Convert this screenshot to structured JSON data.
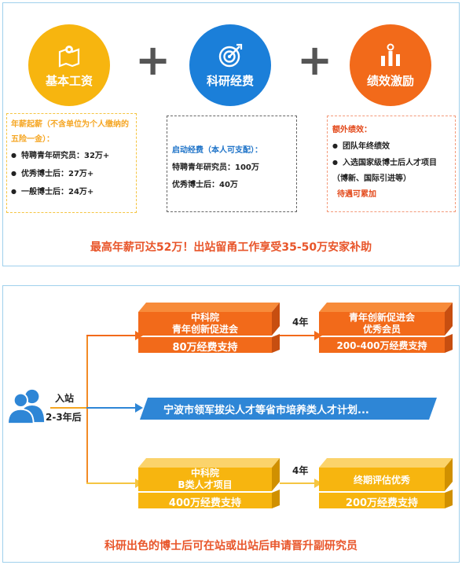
{
  "top": {
    "items": [
      {
        "title": "基本工资",
        "icon": "map-icon",
        "color": "#f7b50f"
      },
      {
        "title": "科研经费",
        "icon": "target-icon",
        "color": "#1b7fd9"
      },
      {
        "title": "绩效激励",
        "icon": "bar-chart-icon",
        "color": "#f26a1a"
      }
    ],
    "plus": "+",
    "salary_box": {
      "heading": "年薪起薪（不含单位为个人缴纳的五险一金）：",
      "items": [
        "特聘青年研究员：32万+",
        "优秀博士后：27万+",
        "一般博士后：24万+"
      ]
    },
    "funding_box": {
      "heading": "启动经费（本人可支配）：",
      "lines": [
        "特聘青年研究员：100万",
        "优秀博士后：40万"
      ]
    },
    "bonus_box": {
      "heading": "额外绩效：",
      "items": [
        "团队年终绩效",
        "入选国家级博士后人才项目（博新、国际引进等）"
      ],
      "tail": "待遇可累加"
    },
    "headline": "最高年薪可达52万！出站留甬工作享受35-50万安家补助"
  },
  "bottom": {
    "entry_label": "入站",
    "entry_sub": "2-3年后",
    "upper": {
      "left_title": "中科院",
      "left_sub": "青年创新促进会",
      "left_bar": "80万经费支持",
      "years": "4年",
      "right_title": "青年创新促进会",
      "right_sub": "优秀会员",
      "right_bar": "200-400万经费支持"
    },
    "middle": "宁波市领军拔尖人才等省市培养类人才计划...",
    "lower": {
      "left_title": "中科院",
      "left_sub": "B类人才项目",
      "left_bar": "400万经费支持",
      "years": "4年",
      "right_title": "终期评估优秀",
      "right_bar": "200万经费支持"
    },
    "footer": "科研出色的博士后可在站或出站后申请晋升副研究员"
  }
}
